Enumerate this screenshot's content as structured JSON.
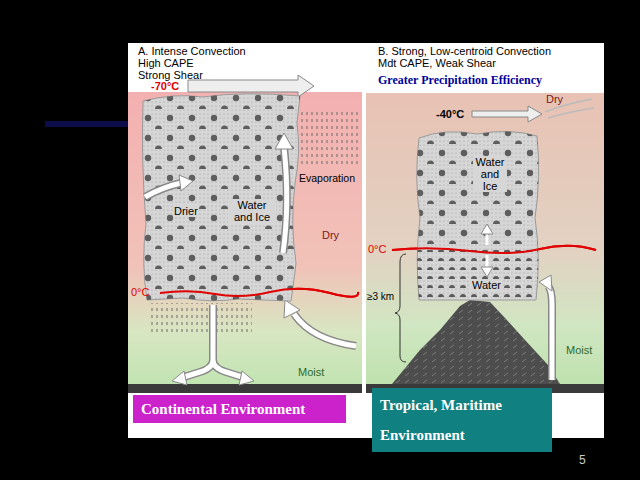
{
  "diagram": {
    "nodes": [
      {
        "text": [
          "A. Intense Convection",
          "High CAPE",
          "Strong Shear"
        ]
      },
      {
        "text": [
          "Drier",
          "Water and Ice"
        ],
        "in": 0
      },
      {
        "text": [
          "Continental Environment"
        ],
        "in": 0
      },
      {
        "text": [
          "B. Strong, Low-centroid Convection",
          "Mdt CAPE, Weak Shear",
          "Greater Precipitation Efficiency"
        ]
      },
      {
        "text": [
          "Water and Ice",
          "Water"
        ],
        "in": 3
      },
      {
        "text": [
          "Tropical, Maritime Environment"
        ],
        "in": 3
      }
    ],
    "labels": [
      "-70°C",
      "Evaporation",
      "Dry",
      "0°C",
      "Moist",
      "-40°C",
      "Dry",
      "0°C",
      "≥3 km",
      "Moist",
      "5"
    ]
  }
}
